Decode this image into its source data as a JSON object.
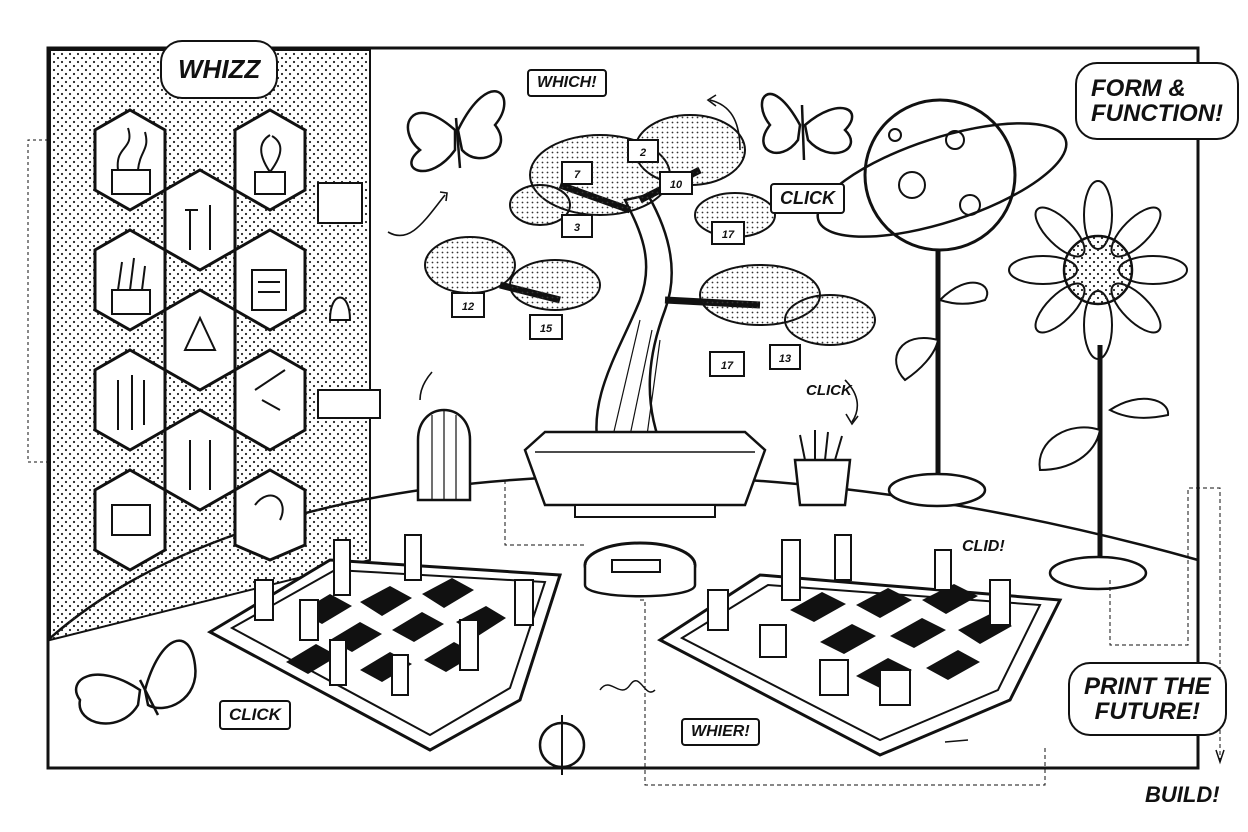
{
  "speech_bubbles": {
    "whizz": "WHIZZ",
    "form_function_line1": "FORM &",
    "form_function_line2": "FUNCTION!",
    "print_future_line1": "PRINT THE",
    "print_future_line2": "FUTURE!"
  },
  "labels": {
    "which": "WHICH!",
    "click_top": "CLICK",
    "click_middle": "CLICK",
    "click_bottom_left": "CLICK",
    "clid": "CLID!",
    "whier": "WHIER!",
    "build": "BUILD!"
  },
  "tree_tags": [
    "2",
    "7",
    "10",
    "3",
    "17",
    "12",
    "15",
    "17",
    "13"
  ],
  "icons": [
    "butterfly-icon",
    "bonsai-tree-icon",
    "planet-icon",
    "sunflower-icon",
    "cactus-icon",
    "chess-board-icon",
    "hex-pegboard-icon"
  ]
}
